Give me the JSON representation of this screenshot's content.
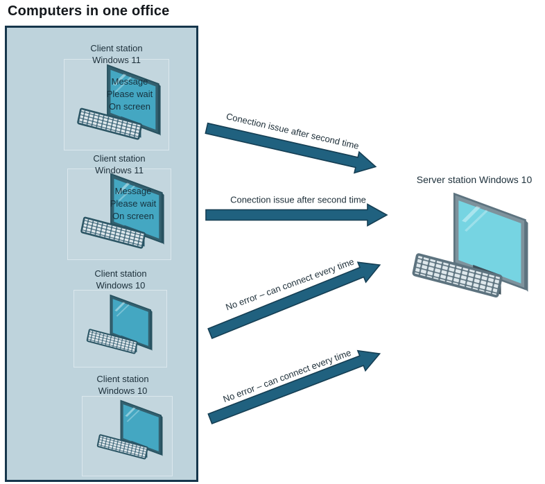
{
  "title": "Computers in one office",
  "office": {
    "clients": [
      {
        "line1": "Client station",
        "line2": "Windows 11",
        "screen": [
          "Message",
          "Please wait",
          "On screen"
        ]
      },
      {
        "line1": "Client station",
        "line2": "Windows 11",
        "screen": [
          "Message",
          "Please wait",
          "On screen"
        ]
      },
      {
        "line1": "Client station",
        "line2": "Windows 10"
      },
      {
        "line1": "Client station",
        "line2": "Windows 10"
      }
    ]
  },
  "server": {
    "label": "Server station Windows 10"
  },
  "connections": [
    {
      "from": "client-1",
      "to": "server",
      "label": "Conection issue after second time"
    },
    {
      "from": "client-2",
      "to": "server",
      "label": "Conection issue after second time"
    },
    {
      "from": "client-3",
      "to": "server",
      "label": "No error – can connect every time"
    },
    {
      "from": "client-4",
      "to": "server",
      "label": "No error – can connect every time"
    }
  ],
  "icons": {
    "client_computer": "desktop-computer-icon",
    "server_computer": "desktop-computer-icon",
    "connection": "arrow-right-icon"
  },
  "colors": {
    "arrow_fill": "#20617f",
    "arrow_outline": "#153e53",
    "office_background": "#bed3dc",
    "office_border": "#16364c",
    "client_screen": "#44a7c2",
    "server_screen": "#76d4e2",
    "label_text": "#1c2f3a"
  }
}
